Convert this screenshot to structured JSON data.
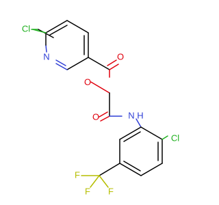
{
  "molecule": {
    "atoms": {
      "cl_pyridine": "Cl",
      "n_pyridine": "N",
      "o_carbonyl_ester": "O",
      "o_ester": "O",
      "o_carbonyl_amide": "O",
      "n_amide": "N",
      "h_amide": "H",
      "cl_phenyl": "Cl",
      "f1": "F",
      "f2": "F",
      "f3": "F"
    },
    "colors": {
      "carbon_bond": "#000000",
      "chlorine": "#1fb01f",
      "oxygen": "#e0000d",
      "nitrogen": "#2f3fd6",
      "fluorine": "#b6be00"
    }
  }
}
